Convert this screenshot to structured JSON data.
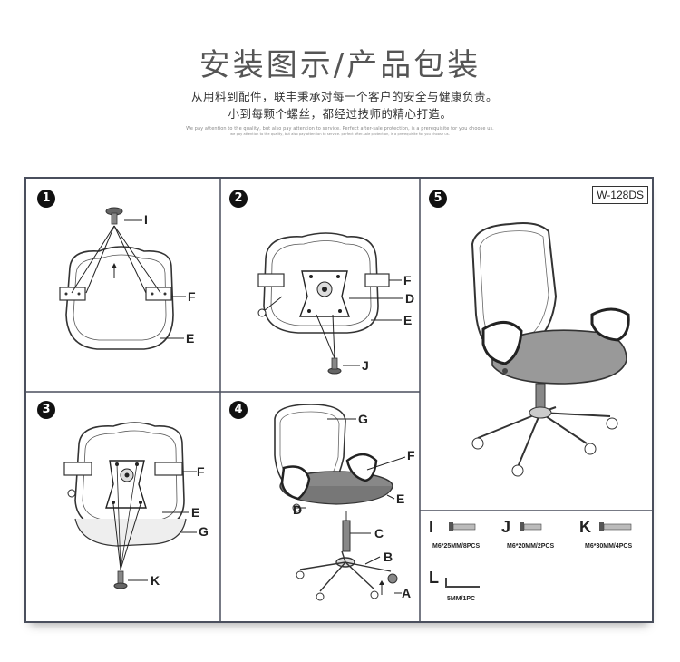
{
  "header": {
    "title": "安装图示/产品包装",
    "line1": "从用料到配件，联丰秉承对每一个客户的安全与健康负责。",
    "line2": "小到每颗个螺丝，都经过技师的精心打造。",
    "english1": "We pay attention to the quality, but also pay attention to service. Perfect after-sale protection, is a prerequisite for you choose us.",
    "english2": "we pay attention to the quality, but also pay attention to service. perfect after-sale protection, is a prerequisite for you choose us."
  },
  "model": "W-128DS",
  "steps": {
    "s1": "1",
    "s2": "2",
    "s3": "3",
    "s4": "4",
    "s5": "5"
  },
  "labels": {
    "A": "A",
    "B": "B",
    "C": "C",
    "D": "D",
    "E": "E",
    "F": "F",
    "G": "G",
    "I": "I",
    "J": "J",
    "K": "K"
  },
  "parts": [
    {
      "letter": "I",
      "spec": "M6*25MM/8PCS"
    },
    {
      "letter": "J",
      "spec": "M6*20MM/2PCS"
    },
    {
      "letter": "K",
      "spec": "M6*30MM/4PCS"
    },
    {
      "letter": "L",
      "spec": "5MM/1PC"
    }
  ]
}
